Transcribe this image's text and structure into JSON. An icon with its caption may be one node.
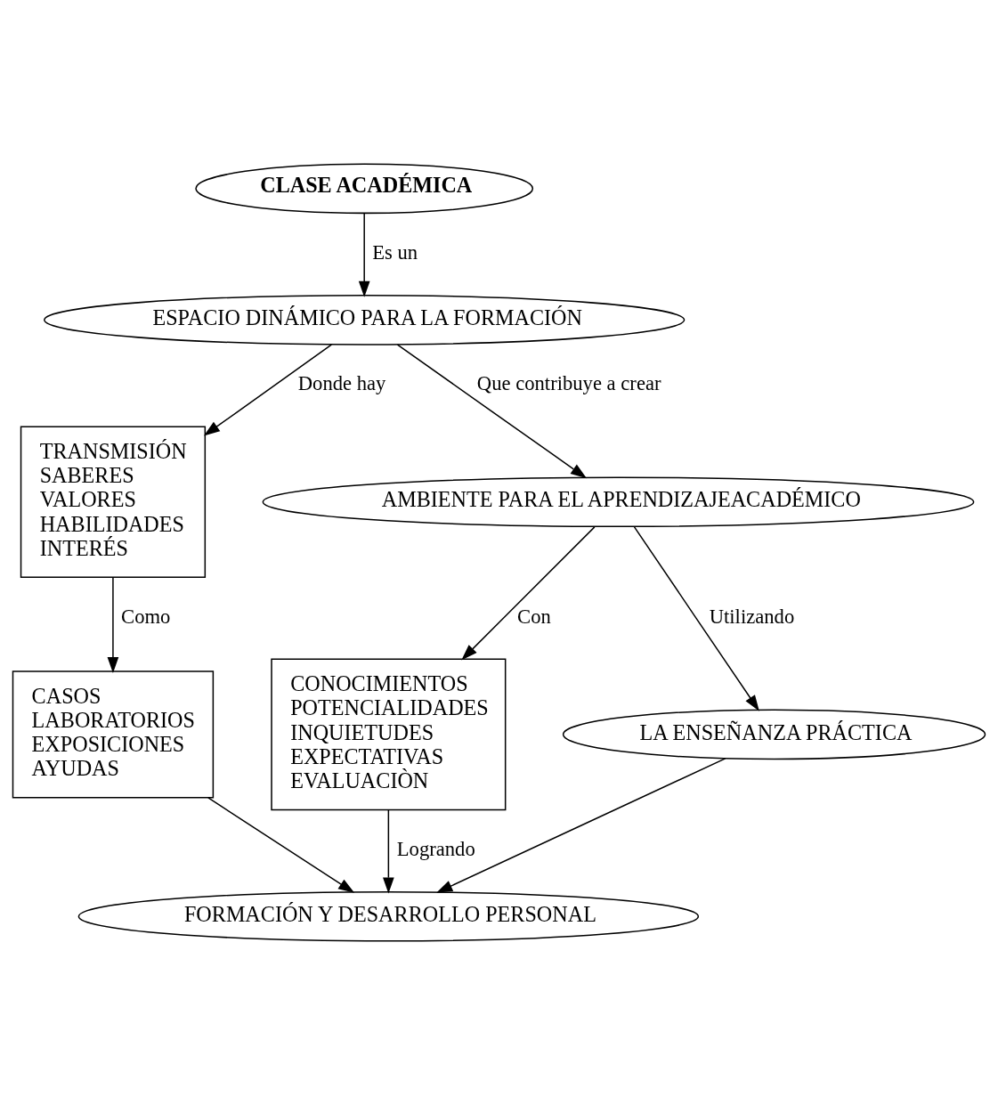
{
  "diagram": {
    "nodes": [
      {
        "text": [
          "CLASE ACADÉMICA"
        ]
      },
      {
        "text": [
          "ESPACIO DINÁMICO PARA LA FORMACIÓN"
        ]
      },
      {
        "text": [
          "TRANSMISIÓN",
          "SABERES",
          "VALORES",
          "HABILIDADES",
          "INTERÉS"
        ]
      },
      {
        "text": [
          "AMBIENTE PARA EL APRENDIZAJEACADÉMICO"
        ]
      },
      {
        "text": [
          "CONOCIMIENTOS",
          "POTENCIALIDADES",
          "INQUIETUDES",
          "EXPECTATIVAS",
          "EVALUACIÒN"
        ]
      },
      {
        "text": [
          "LA ENSEÑANZA PRÁCTICA"
        ]
      },
      {
        "text": [
          "CASOS",
          "LABORATORIOS",
          "EXPOSICIONES",
          "AYUDAS"
        ]
      },
      {
        "text": [
          "FORMACIÓN Y DESARROLLO PERSONAL"
        ]
      }
    ],
    "edges": [
      {
        "from": 0,
        "to": 1,
        "arrow": "to",
        "label": "Es un"
      },
      {
        "from": 1,
        "to": 2,
        "arrow": "to",
        "label": "Donde hay"
      },
      {
        "from": 1,
        "to": 3,
        "arrow": "to",
        "label": "Que contribuye a crear"
      },
      {
        "from": 3,
        "to": 4,
        "arrow": "to",
        "label": "Con"
      },
      {
        "from": 3,
        "to": 5,
        "arrow": "to",
        "label": "Utilizando"
      },
      {
        "from": 2,
        "to": 6,
        "arrow": "to",
        "label": "Como"
      },
      {
        "from": 4,
        "to": 7,
        "arrow": "to",
        "label": "Logrando"
      },
      {
        "from": 5,
        "to": 7,
        "arrow": "to"
      },
      {
        "from": 6,
        "to": 7,
        "arrow": "to"
      }
    ]
  }
}
